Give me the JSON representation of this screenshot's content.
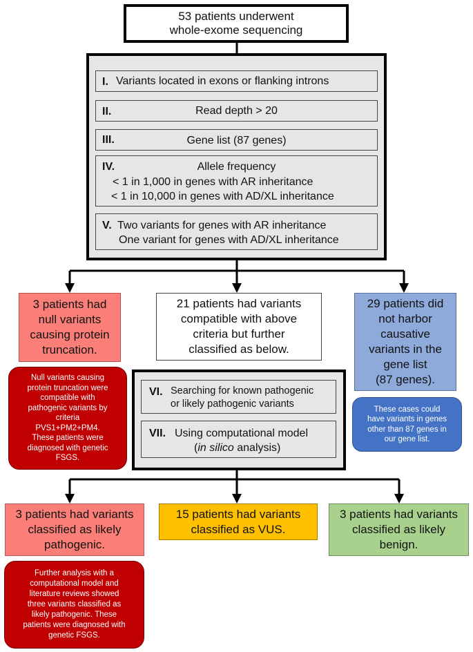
{
  "colors": {
    "panel_gray": "#e6e6e6",
    "red_light": "#fb7f78",
    "red_dark": "#c00000",
    "blue_light": "#8eaadb",
    "blue_dark": "#4472c4",
    "orange": "#ffc000",
    "green": "#a9d18e",
    "black": "#000000"
  },
  "top": {
    "line1": "53 patients underwent",
    "line2": "whole-exome sequencing"
  },
  "filters": {
    "f1": {
      "num": "I.",
      "text": "Variants located in exons or flanking introns"
    },
    "f2": {
      "num": "II.",
      "text": "Read depth > 20"
    },
    "f3": {
      "num": "III.",
      "text": "Gene list (87 genes)"
    },
    "f4": {
      "num": "IV.",
      "title": "Allele frequency",
      "line1": "< 1 in 1,000 in genes with AR inheritance",
      "line2": "< 1 in 10,000 in genes with AD/XL inheritance"
    },
    "f5": {
      "num": "V.",
      "line1": "Two variants for genes with AR inheritance",
      "line2": "One variant for genes with AD/XL inheritance"
    }
  },
  "left": {
    "lines": [
      "3 patients had",
      "null variants",
      "causing protein",
      "truncation."
    ],
    "note": [
      "Null variants causing",
      "protein truncation were",
      "compatible with",
      "pathogenic variants by",
      "criteria",
      "PVS1+PM2+PM4.",
      "These patients were",
      "diagnosed with genetic",
      "FSGS."
    ]
  },
  "middle": {
    "lines": [
      "21 patients had variants",
      "compatible with above",
      "criteria but further",
      "classified as below."
    ]
  },
  "right": {
    "lines": [
      "29 patients did",
      "not harbor",
      "causative",
      "variants in the",
      "gene list",
      "(87 genes)."
    ],
    "note": [
      "These cases could",
      "have variants in genes",
      "other than 87 genes in",
      "our gene list."
    ]
  },
  "steps": {
    "s6": {
      "num": "VI.",
      "line1": "Searching for known pathogenic",
      "line2": "or likely pathogenic variants"
    },
    "s7": {
      "num": "VII.",
      "line1": "Using computational model",
      "line2_open": "(",
      "line2_italic": "in silico",
      "line2_close": " analysis)"
    }
  },
  "outcomes": {
    "likely_pathogenic": [
      "3 patients had variants",
      "classified as likely",
      "pathogenic."
    ],
    "vus": [
      "15 patients had variants",
      "classified as VUS."
    ],
    "likely_benign": [
      "3 patients had variants",
      "classified as likely",
      "benign."
    ]
  },
  "bottom_note": [
    "Further analysis with a",
    "computational model and",
    "literature reviews showed",
    "three variants classified as",
    "likely pathogenic. These",
    "patients were diagnosed with",
    "genetic FSGS."
  ]
}
